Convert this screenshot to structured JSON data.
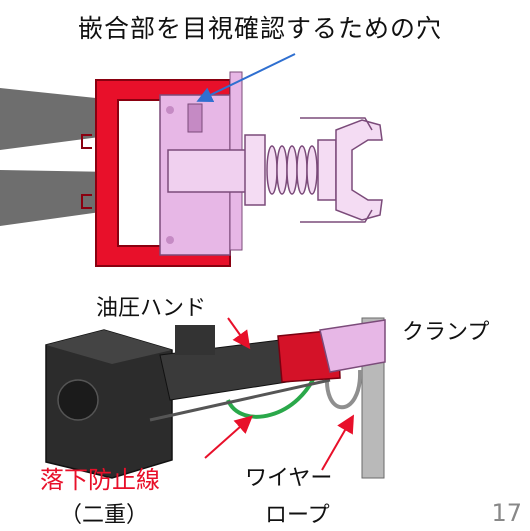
{
  "labels": {
    "title": "嵌合部を目視確認するための穴",
    "hydraulic_hand": "油圧ハンド",
    "clamp": "クランプ",
    "fall_prevention_line": "落下防止線",
    "double": "（二重）",
    "wire_line1": "ワイヤー",
    "wire_line2": "ロープ",
    "page_number": "17"
  },
  "colors": {
    "red_frame": "#e8102a",
    "pink_part": "#e7b7e6",
    "gray_beam": "#6e6e6e",
    "dark_body": "#2c2c2c",
    "green_wire": "#2aa84a",
    "blue_arrow": "#2f6fd0",
    "fall_text": "#e8102a"
  }
}
